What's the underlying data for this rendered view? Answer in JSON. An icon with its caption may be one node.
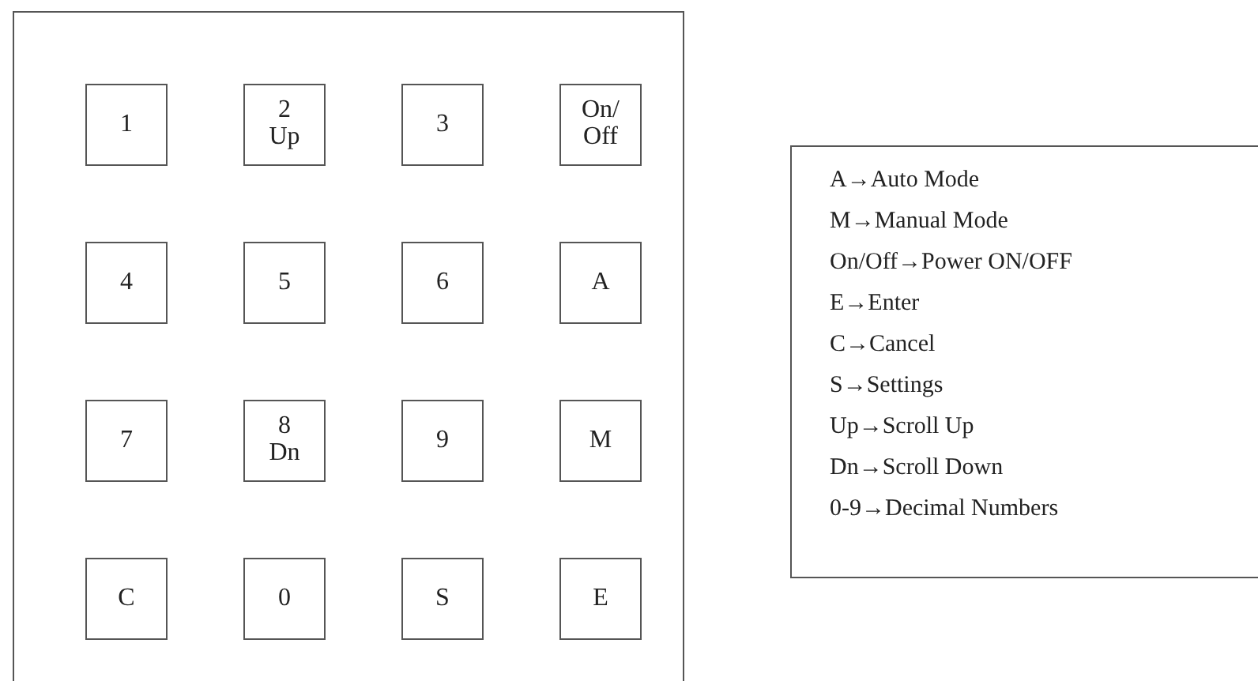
{
  "diagram": {
    "nodes": [
      {
        "text": [],
        "shape": "box"
      },
      {
        "text": [
          "1"
        ],
        "in": 0
      },
      {
        "text": [
          "2",
          "Up"
        ],
        "in": 0
      },
      {
        "text": [
          "3"
        ],
        "in": 0
      },
      {
        "text": [
          "On/",
          "Off"
        ],
        "in": 0
      },
      {
        "text": [
          "4"
        ],
        "in": 0
      },
      {
        "text": [
          "5"
        ],
        "in": 0
      },
      {
        "text": [
          "6"
        ],
        "in": 0
      },
      {
        "text": [
          "A"
        ],
        "in": 0
      },
      {
        "text": [
          "7"
        ],
        "in": 0
      },
      {
        "text": [
          "8",
          "Dn"
        ],
        "in": 0
      },
      {
        "text": [
          "9"
        ],
        "in": 0
      },
      {
        "text": [
          "M"
        ],
        "in": 0
      },
      {
        "text": [
          "C"
        ],
        "in": 0
      },
      {
        "text": [
          "0"
        ],
        "in": 0
      },
      {
        "text": [
          "S"
        ],
        "in": 0
      },
      {
        "text": [
          "E"
        ],
        "in": 0
      },
      {
        "text": [
          "A→Auto Mode",
          "M→Manual Mode",
          "On/Off→Power ON/OFF",
          "E→Enter",
          "C→Cancel",
          "S→Settings",
          "Up→Scroll Up",
          "Dn→Scroll Down",
          "0-9→Decimal Numbers"
        ]
      }
    ],
    "edges": []
  }
}
